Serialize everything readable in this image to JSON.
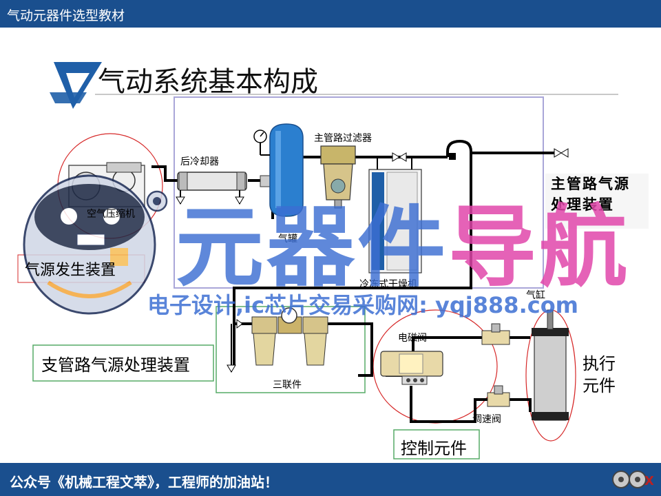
{
  "header": {
    "title": "气动元器件选型教材"
  },
  "slide": {
    "heading": "气动系统基本构成"
  },
  "components": {
    "aftercooler": "后冷却器",
    "main_filter": "主管路过滤器",
    "compressor": "空气压缩机",
    "tank": "气罐",
    "dryer": "冷冻式干燥机",
    "frl": "三联件",
    "solenoid_valve": "电磁阀",
    "cylinder": "气缸",
    "speed_valve": "调速阀"
  },
  "groups": {
    "main_source": {
      "line1": "主管路气源",
      "line2": "处理装置"
    },
    "air_source": "气源发生装置",
    "branch_source": "支管路气源处理装置",
    "control": "控制元件",
    "actuator": {
      "line1": "执行",
      "line2": "元件"
    }
  },
  "watermark": {
    "blue_part": "元器件",
    "pink_part": "导航",
    "subtitle": "电子设计,ic芯片交易采购网: yqj888.com"
  },
  "footer": {
    "text": "公众号《机械工程文萃》，工程师的加油站！"
  },
  "colors": {
    "brand_blue": "#1a4f8e",
    "pipe": "#000000",
    "tank_blue": "#2b7fcf",
    "red_outline": "#d62828",
    "frame_purple": "#a9a6d8",
    "frame_green": "#55aa66"
  }
}
